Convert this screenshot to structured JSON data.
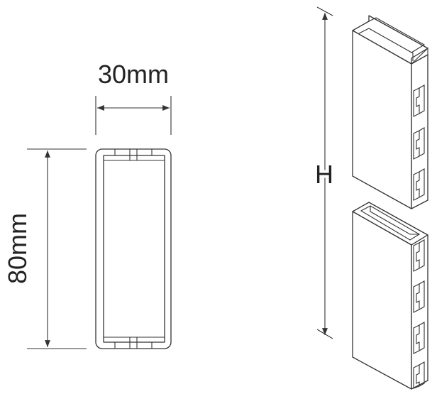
{
  "labels": {
    "width": "30mm",
    "height": "80mm",
    "upright_height": "H"
  },
  "colors": {
    "line": "#333333",
    "text": "#222222",
    "background": "#ffffff"
  }
}
